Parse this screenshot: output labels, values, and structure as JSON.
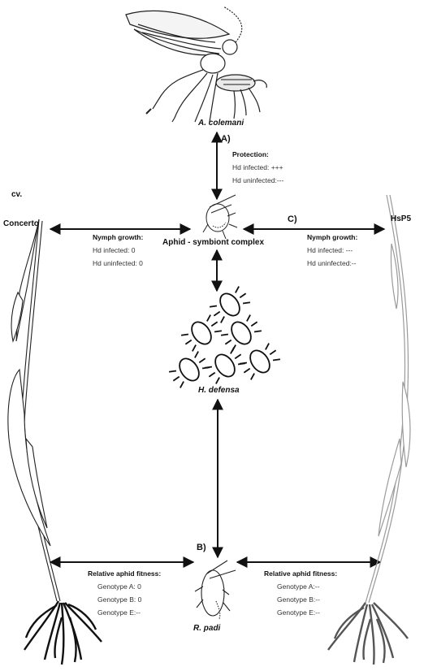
{
  "labels": {
    "parasitoid": "A. colemani",
    "letter_a": "A)",
    "letter_b": "B)",
    "letter_c": "C)",
    "complex": "Aphid - symbiont complex",
    "symbiont": "H. defensa",
    "aphid": "R. padi",
    "cv": "cv.",
    "concerto": "Concerto",
    "hsp5": "HsP5"
  },
  "protection": {
    "title": "Protection:",
    "lines": [
      "Hd infected: +++",
      "Hd uninfected:---"
    ]
  },
  "nymph_left": {
    "title": "Nymph growth:",
    "lines": [
      "Hd infected: 0",
      "Hd uninfected: 0"
    ]
  },
  "nymph_right": {
    "title": "Nymph growth:",
    "lines": [
      "Hd infected: ---",
      "Hd uninfected:--"
    ]
  },
  "fitness_left": {
    "title": "Relative aphid fitness:",
    "lines": [
      "Genotype A: 0",
      "Genotype B: 0",
      "Genotype E:--"
    ]
  },
  "fitness_right": {
    "title": "Relative aphid fitness:",
    "lines": [
      "Genotype A:--",
      "Genotype B:--",
      "Genotype E:--"
    ]
  },
  "colors": {
    "line": "#111111",
    "plant_right": "#9a9a9a",
    "root_right": "#555555"
  }
}
